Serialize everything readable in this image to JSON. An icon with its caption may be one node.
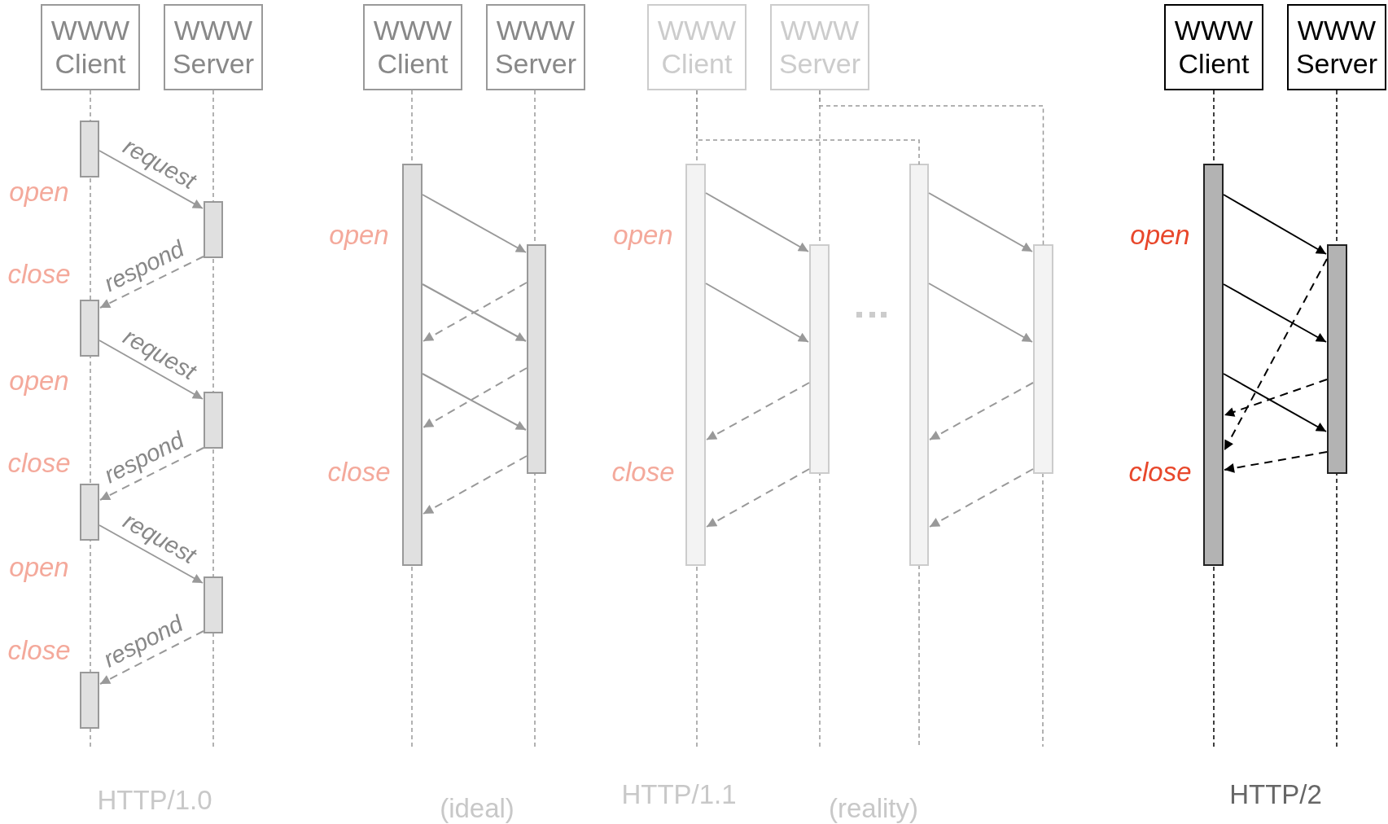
{
  "diagram": {
    "nodes": [
      {
        "text": [
          "WWW Client"
        ]
      },
      {
        "text": [
          "WWW Server"
        ]
      },
      {
        "text": [],
        "shape": "bar"
      },
      {
        "text": [],
        "shape": "bar"
      },
      {
        "text": [],
        "shape": "bar"
      },
      {
        "text": [],
        "shape": "bar"
      },
      {
        "text": [],
        "shape": "bar"
      },
      {
        "text": [],
        "shape": "bar"
      },
      {
        "text": [],
        "shape": "bar"
      },
      {
        "text": [
          "WWW Client"
        ]
      },
      {
        "text": [
          "WWW Server"
        ]
      },
      {
        "text": [],
        "shape": "bar"
      },
      {
        "text": [],
        "shape": "bar"
      },
      {
        "text": [
          "WWW Client"
        ]
      },
      {
        "text": [
          "WWW Server"
        ]
      },
      {
        "text": [],
        "shape": "bar"
      },
      {
        "text": [],
        "shape": "bar"
      },
      {
        "text": [],
        "shape": "bar"
      },
      {
        "text": [],
        "shape": "bar"
      },
      {
        "text": [
          "WWW Client"
        ]
      },
      {
        "text": [
          "WWW Server"
        ]
      },
      {
        "text": [],
        "shape": "bar"
      },
      {
        "text": [],
        "shape": "bar"
      }
    ],
    "edges": [
      {
        "from": 2,
        "to": 6,
        "arrow": "to",
        "label": "request"
      },
      {
        "from": 6,
        "to": 3,
        "arrow": "to",
        "label": "respond",
        "style": "dashed"
      },
      {
        "from": 3,
        "to": 7,
        "arrow": "to",
        "label": "request"
      },
      {
        "from": 7,
        "to": 4,
        "arrow": "to",
        "label": "respond",
        "style": "dashed"
      },
      {
        "from": 4,
        "to": 8,
        "arrow": "to",
        "label": "request"
      },
      {
        "from": 8,
        "to": 5,
        "arrow": "to",
        "label": "respond",
        "style": "dashed"
      },
      {
        "from": 11,
        "to": 12,
        "arrow": "to"
      },
      {
        "from": 11,
        "to": 12,
        "arrow": "to"
      },
      {
        "from": 11,
        "to": 12,
        "arrow": "to"
      },
      {
        "from": 12,
        "to": 11,
        "arrow": "to",
        "style": "dashed"
      },
      {
        "from": 12,
        "to": 11,
        "arrow": "to",
        "style": "dashed"
      },
      {
        "from": 12,
        "to": 11,
        "arrow": "to",
        "style": "dashed"
      },
      {
        "from": 15,
        "to": 16,
        "arrow": "to"
      },
      {
        "from": 15,
        "to": 16,
        "arrow": "to"
      },
      {
        "from": 16,
        "to": 15,
        "arrow": "to",
        "style": "dashed"
      },
      {
        "from": 16,
        "to": 15,
        "arrow": "to",
        "style": "dashed"
      },
      {
        "from": 17,
        "to": 18,
        "arrow": "to"
      },
      {
        "from": 17,
        "to": 18,
        "arrow": "to"
      },
      {
        "from": 18,
        "to": 17,
        "arrow": "to",
        "style": "dashed"
      },
      {
        "from": 18,
        "to": 17,
        "arrow": "to",
        "style": "dashed"
      },
      {
        "from": 21,
        "to": 22,
        "arrow": "to",
        "color": "#000000"
      },
      {
        "from": 21,
        "to": 22,
        "arrow": "to",
        "color": "#000000"
      },
      {
        "from": 21,
        "to": 22,
        "arrow": "to",
        "color": "#000000"
      },
      {
        "from": 22,
        "to": 21,
        "arrow": "to",
        "style": "dashed",
        "color": "#000000"
      },
      {
        "from": 22,
        "to": 21,
        "arrow": "to",
        "style": "dashed",
        "color": "#000000"
      },
      {
        "from": 22,
        "to": 21,
        "arrow": "to",
        "style": "dashed",
        "color": "#000000"
      },
      {
        "from": 13,
        "to": 17,
        "arrow": "none",
        "style": "dashed"
      },
      {
        "from": 14,
        "to": 18,
        "arrow": "none",
        "style": "dashed"
      }
    ],
    "labels": [
      "open",
      "close",
      "open",
      "close",
      "open",
      "close",
      "open",
      "close",
      "open",
      "close",
      "open",
      "close",
      "HTTP/1.0",
      "(ideal)",
      "HTTP/1.1",
      "(reality)",
      "HTTP/2"
    ]
  }
}
